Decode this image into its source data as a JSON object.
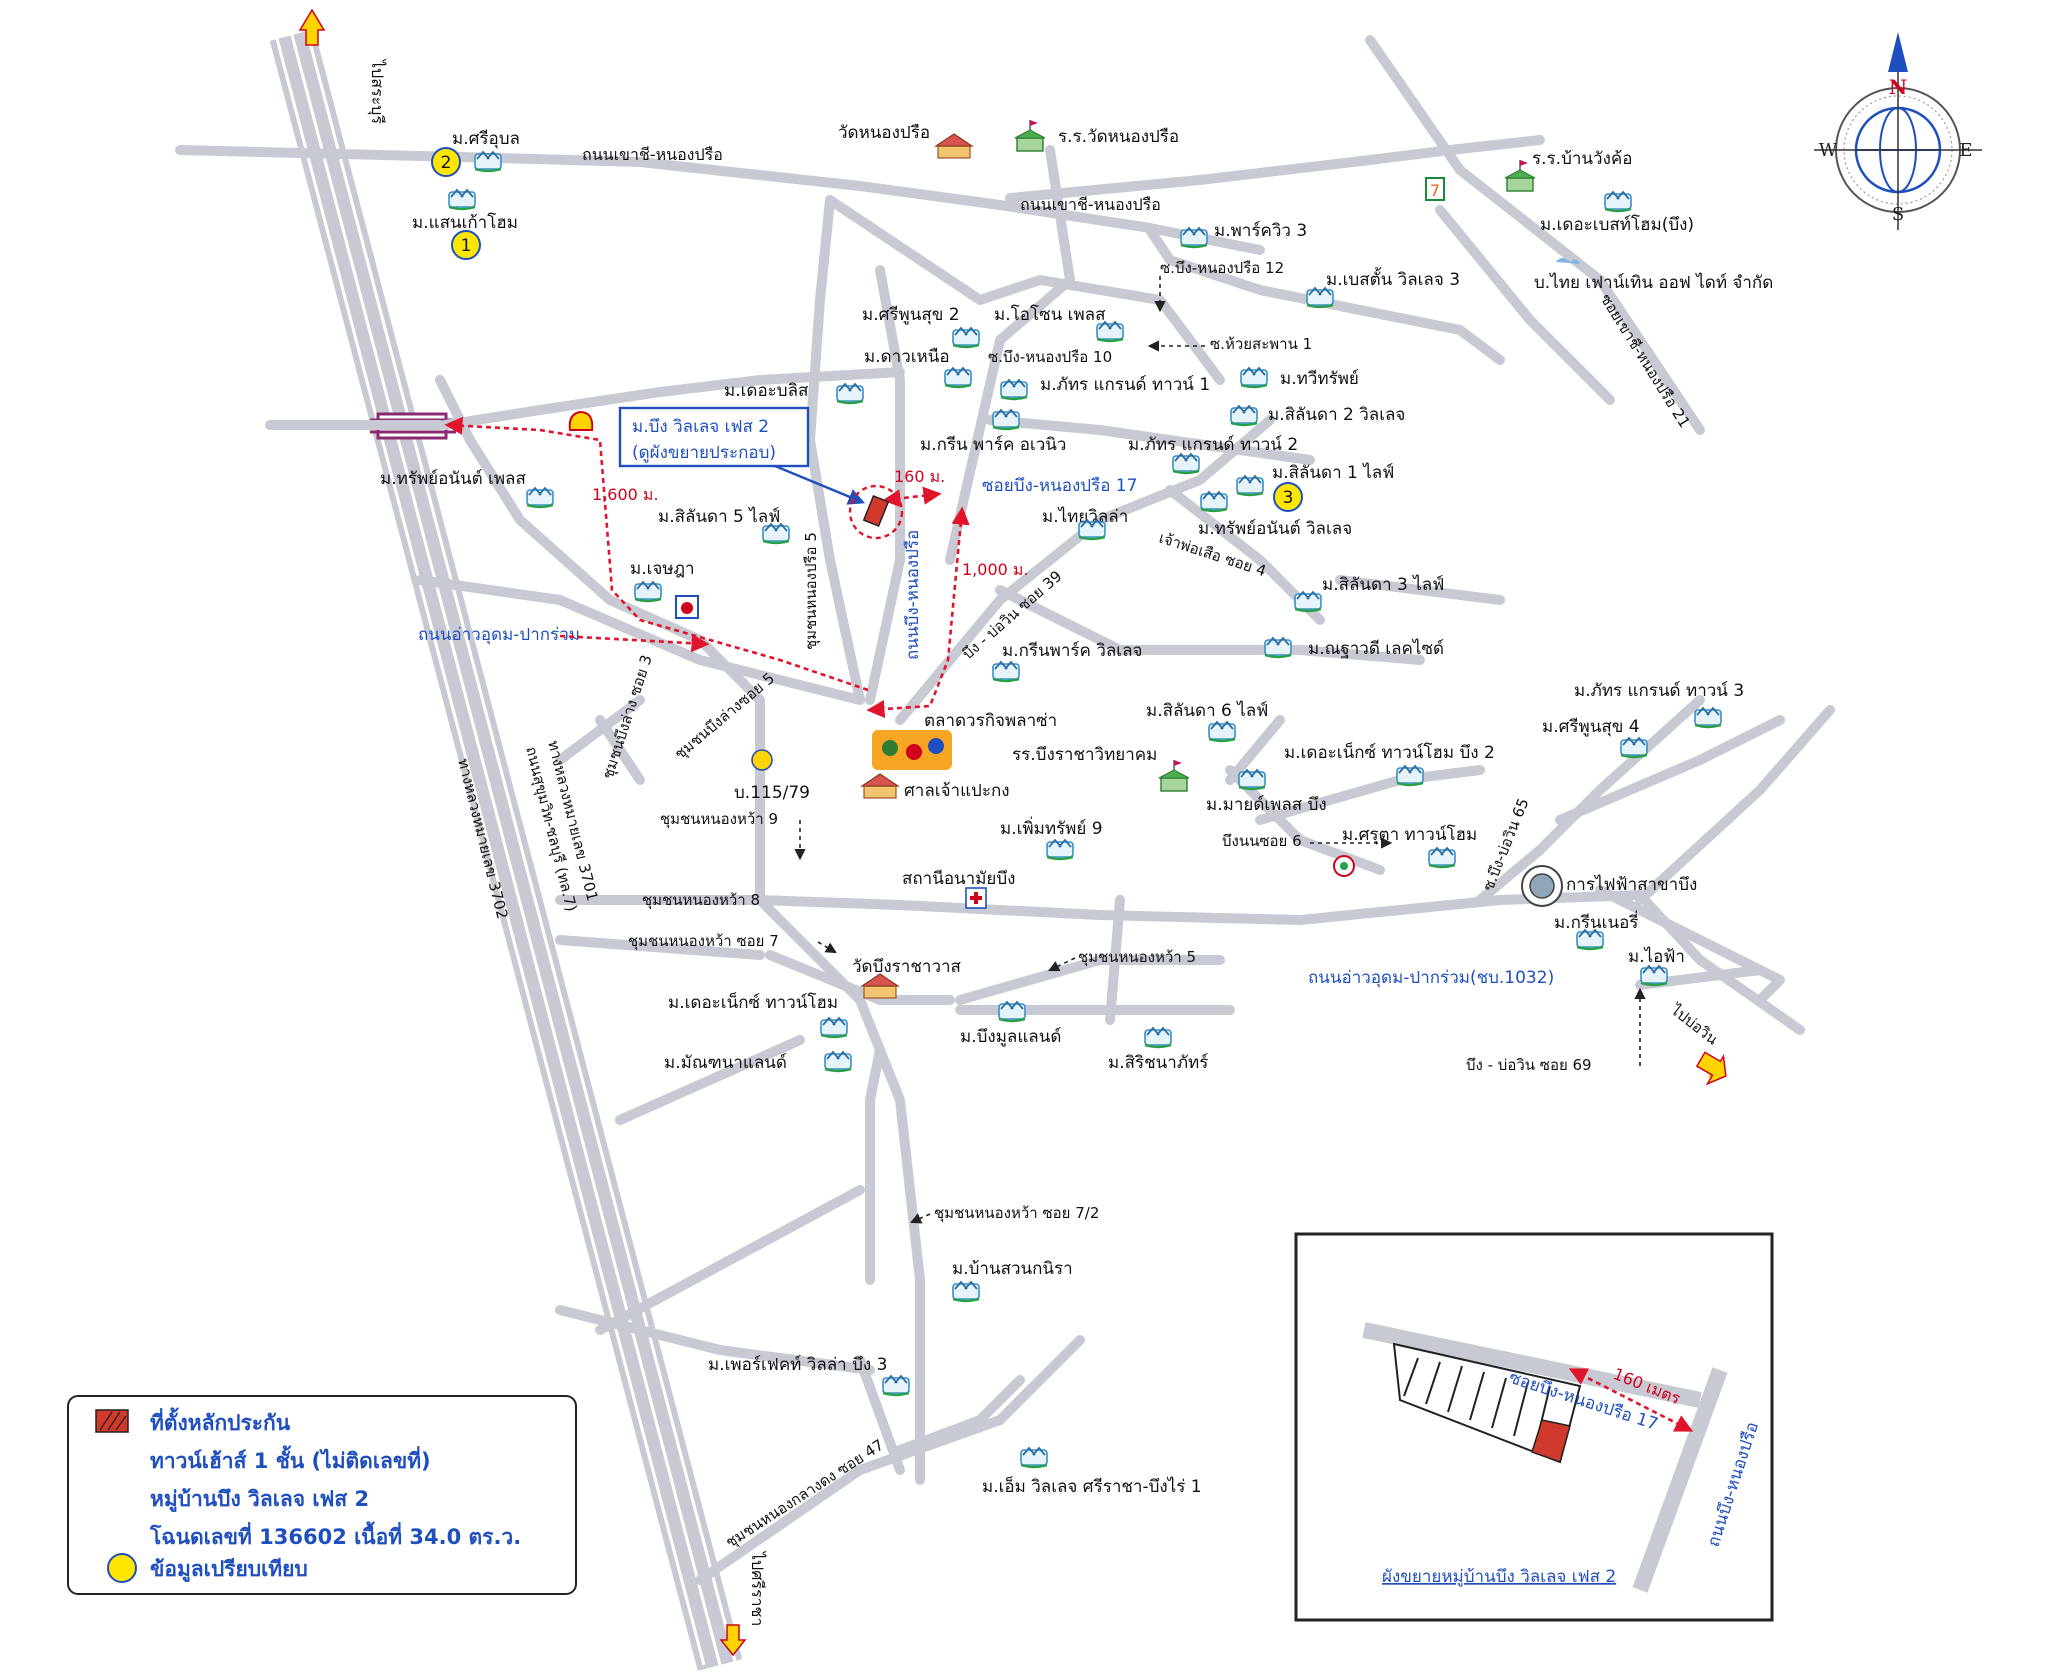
{
  "highway": {
    "to_north": "ไปสระบุรี",
    "to_south": "ไปศรีราชา",
    "west_name": "ทางหลวงหมายเลข 3702",
    "east_name1": "ทางหลวงหมายเลข 3701",
    "east_name2": "ถนนสุขุมวิท-ชลบุรี (ทล.7)"
  },
  "roads": {
    "khao_chi_1": "ถนนเขาชี-หนองปรือ",
    "khao_chi_2": "ถนนเขาชี-หนองปรือ",
    "bueng_nongpru_12": "ซ.บึง-หนองปรือ 12",
    "huai_saphan": "ซ.ห้วยสะพาน 1",
    "bueng_nongpru_10": "ซ.บึง-หนองปรือ 10",
    "soi_17": "ซอยบึง-หนองปรือ 17",
    "thanon_bueng_nongpru": "ถนนบึง-หนองปรือ",
    "chumchon_5": "ชุมชนหนองปรือ 5",
    "bueng_bowin_39": "บึง - บ่อวิน ซอย 39",
    "chaopho_suea_4": "เจ้าพ่อเสือ ซอย 4",
    "ao_udom_road": "ถนนอ่าวอุดม-ปากร่วม",
    "bueng_lang_3": "ชุมชนบึงล่าง ซอย 3",
    "bueng_lang_5": "ชุมชนบึงล่างซอย 5",
    "nongwa_9": "ชุมชนหนองหว้า 9",
    "nongwa_8": "ชุมชนหนองหว้า 8",
    "nongwa_7": "ชุมชนหนองหว้า ซอย 7",
    "nongwa_5": "ชุมชนหนองหว้า 5",
    "nongwa_72": "ชุมชนหนองหว้า ซอย 7/2",
    "bueng_nuan_6": "บึงนนซอย 6",
    "bueng_bowin_65": "ซ.บึง-บ่อวิน 65",
    "ao_udom_1032": "ถนนอ่าวอุดม-ปากร่วม(ชบ.1032)",
    "to_bowin": "ไปบ่อวิน",
    "bueng_bowin_69": "บึง - บ่อวิน ซอย 69",
    "nongklang_47": "ชุมชนหนองกลางดง ซอย 47",
    "khao_chi_21": "ซอยเขาชี-หนองปรือ 21"
  },
  "places": {
    "wat_nongpru": "วัดหนองปรือ",
    "school_wat_nongpru": "ร.ร.วัดหนองปรือ",
    "school_wangkhon": "ร.ร.บ้านวังค้อ",
    "wat_bueng": "วัดบึงราชาวาส",
    "market": "ตลาดวรกิจพลาซ่า",
    "shrine": "ศาลเจ้าแปะกง",
    "health_station": "สถานีอนามัยบึง",
    "school_bueng": "รร.บึงราชาวิทยาคม",
    "electricity": "การไฟฟ้าสาขาบึง",
    "thai_farm": "บ.ไทย เฟาน์เทิน ออฟ ไดท์ จำกัด",
    "house_115": "บ.115/79"
  },
  "villages": {
    "sriubon": "ม.ศรีอุบล",
    "saenkaohome": "ม.แสนเก้าโฮม",
    "parkview3": "ม.พาร์ควิว 3",
    "bestone3": "ม.เบสตั้น วิลเลจ 3",
    "thebesthome": "ม.เดอะเบสท์โฮม(บึง)",
    "sriphunsuk2": "ม.ศรีพูนสุข 2",
    "ozone": "ม.โอโซน เพลส",
    "daonuea": "ม.ดาวเหนือ",
    "phattra_town1": "ม.ภัทร แกรนด์ ทาวน์ 1",
    "thaweesap": "ม.ทวีทรัพย์",
    "theblis": "ม.เดอะบลิส",
    "green_park": "ม.กรีน พาร์ค อเวนิว",
    "silanda2": "ม.สิลันดา 2 วิลเลจ",
    "phattra_town2": "ม.ภัทร แกรนด์ ทาวน์ 2",
    "silanda1": "ม.สิลันดา 1 ไลฟ์",
    "subject_line1": "ม.บึง วิลเลจ เฟส 2",
    "subject_line2": "(ดูผังขยายประกอบ)",
    "subanan_plus": "ม.ทรัพย์อนันต์ เพลส",
    "silanda5": "ม.สิลันดา 5 ไลฟ์",
    "thaivilla": "ม.ไทยวิลล่า",
    "subanan_village": "ม.ทรัพย์อนันต์ วิลเลจ",
    "chetsada": "ม.เจษฎา",
    "silanda3": "ม.สิลันดา 3 ไลฟ์",
    "nirada": "ม.ณฐาวดี เลคไซด์",
    "greenpark_village": "ม.กรีนพาร์ค วิลเลจ",
    "silanda6": "ม.สิลันดา 6 ไลฟ์",
    "phattra_town3": "ม.ภัทร แกรนด์ ทาวน์ 3",
    "sriphunsuk4": "ม.ศรีพูนสุข 4",
    "thenext_bueng2": "ม.เดอะเน็กซ์ ทาวน์โฮม บึง 2",
    "mystplace": "ม.มายด์เพลส บึง",
    "permsap9": "ม.เพิ่มทรัพย์ 9",
    "srusla": "ม.ศรุตา ทาวน์โฮม",
    "greenerry": "ม.กรีนเนอรี่",
    "maifa": "ม.ไอฟ้า",
    "thenext_town": "ม.เดอะเน็กซ์ ทาวน์โฮม",
    "manthana": "ม.มัณฑนาแลนด์",
    "buengmoon": "ม.บึงมูลแลนด์",
    "siriya": "ม.สิริชนาภัทร์",
    "baansuan": "ม.บ้านสวนกนิรา",
    "perfect_villa": "ม.เพอร์เฟคท์ วิลล่า บึง 3",
    "em_village": "ม.เอ็ม วิลเลจ ศรีราชา-บึงไร่ 1"
  },
  "distances": {
    "d1600": "1,600 ม.",
    "d160": "160 ม.",
    "d1000": "1,000 ม."
  },
  "comparables": [
    "1",
    "2",
    "3"
  ],
  "compass": {
    "n": "N",
    "s": "S",
    "e": "E",
    "w": "W"
  },
  "legend": {
    "item1_line1": "ที่ตั้งหลักประกัน",
    "item1_line2": "ทาวน์เฮ้าส์ 1 ชั้น (ไม่ติดเลขที่)",
    "item1_line3": "หมู่บ้านบึง วิลเลจ เฟส 2",
    "item1_line4": "โฉนดเลขที่ 136602 เนื้อที่ 34.0 ตร.ว.",
    "item2": "ข้อมูลเปรียบเทียบ"
  },
  "inset": {
    "caption": "ผังขยายหมู่บ้านบึง วิลเลจ เฟส 2",
    "soi_label": "ซอยบึง-หนองปรือ 17",
    "road_label": "ถนนบึง-หนองปรือ",
    "distance": "160 เมตร"
  },
  "colors": {
    "road": "#c8cad3",
    "route_red": "#e0142b",
    "label_blue": "#1f4fbf",
    "comparable_yellow": "#ffe600",
    "subject_red": "#d0392b"
  }
}
